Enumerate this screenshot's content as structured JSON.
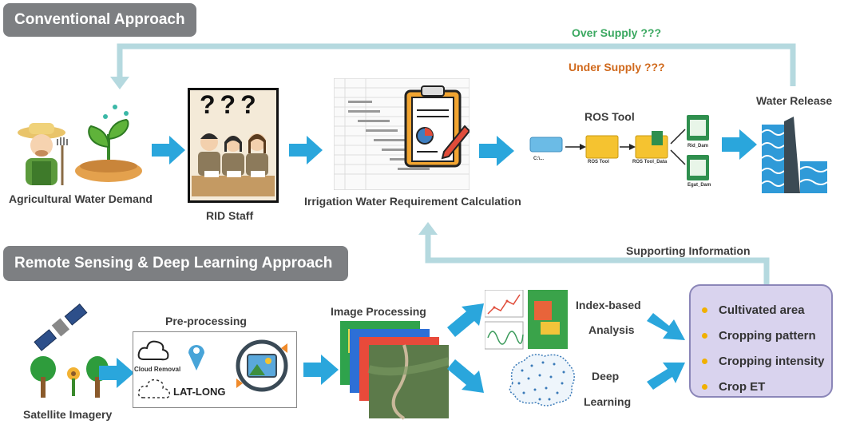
{
  "conventional": {
    "title": "Conventional Approach",
    "over_supply": "Over Supply ???",
    "under_supply": "Under Supply ???",
    "agri_label": "Agricultural Water Demand",
    "rid_label": "RID Staff",
    "question_marks": "???",
    "iwr_label": "Irrigation Water Requirement Calculation",
    "ros_tool": "ROS Tool",
    "ros_items": {
      "drive": "C:\\...",
      "folder": "ROS Tool",
      "data": "ROS Tool_Data",
      "rid_dam": "Rid_Dam",
      "egat_dam": "Egat_Dam"
    },
    "water_release": "Water Release"
  },
  "remote": {
    "title": "Remote Sensing & Deep Learning Approach",
    "satellite_label": "Satellite Imagery",
    "preprocessing": "Pre-processing",
    "cloud_removal": "Cloud Removal",
    "lat_long": "LAT-LONG",
    "image_processing": "Image Processing",
    "index_based": "Index-based",
    "analysis": "Analysis",
    "deep": "Deep",
    "learning": "Learning",
    "supporting_info": "Supporting Information",
    "outputs": [
      "Cultivated area",
      "Cropping pattern",
      "Cropping intensity",
      "Crop ET"
    ]
  },
  "colors": {
    "arrow_blue": "#2aa6dc",
    "loop_line": "#b5d9df",
    "over_supply": "#3aa860",
    "under_supply": "#d0691c",
    "section_bg": "#7d7f82",
    "summary_bg": "#d9d3ee"
  }
}
